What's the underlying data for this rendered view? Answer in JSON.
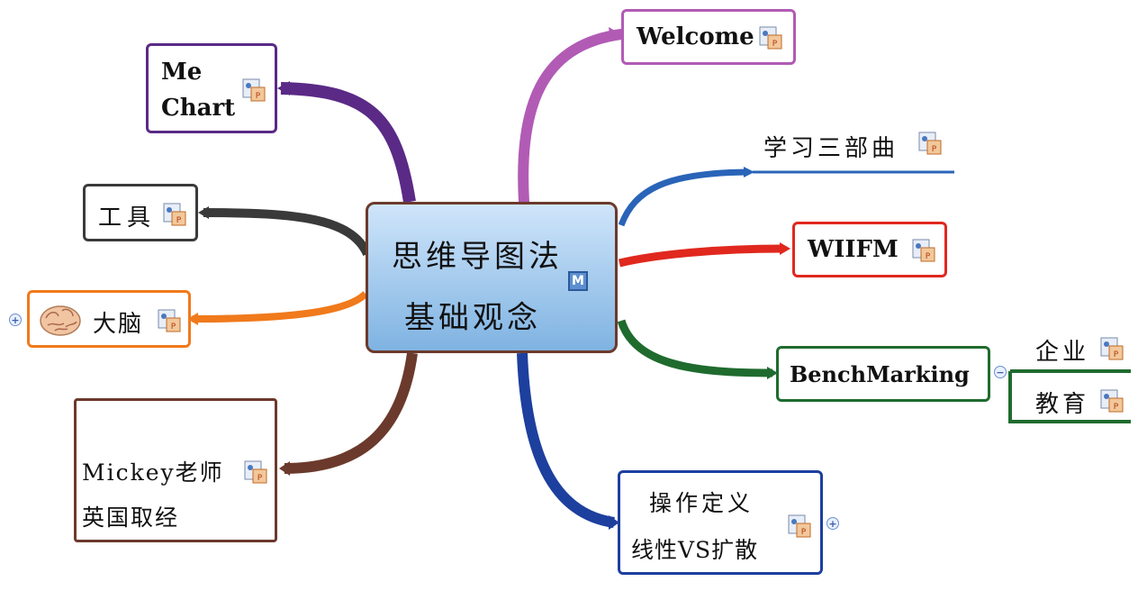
{
  "center": {
    "line1": "思维导图法",
    "line2": "基础观念",
    "marker": "M"
  },
  "topics": {
    "welcome": "Welcome",
    "me_chart_line1": "Me",
    "me_chart_line2": "Chart",
    "three_steps": "学习三部曲",
    "tools": "工具",
    "wiifm": "WIIFM",
    "brain": "大脑",
    "benchmarking": "BenchMarking",
    "enterprise": "企业",
    "education": "教育",
    "mickey_line1": "Mickey老师",
    "mickey_line2": "英国取经",
    "opdef_line1": "操作定义",
    "opdef_line2": "线性VS扩散"
  },
  "toggles": {
    "expand": "+",
    "collapse": "−"
  },
  "icons": {
    "attachment": "ppt-attachment-icon",
    "brain_image": "brain-icon",
    "marker": "m-marker-icon"
  },
  "colors": {
    "welcome": "#b15bb5",
    "me_chart": "#5a2a86",
    "three_steps": "#2a64b8",
    "tools": "#3a3a3a",
    "wiifm": "#e0281e",
    "brain": "#f07a1c",
    "benchmarking": "#1f6b2e",
    "mickey": "#6b3a2c",
    "opdef": "#1d3f9e",
    "center_border": "#6b3a2c"
  }
}
